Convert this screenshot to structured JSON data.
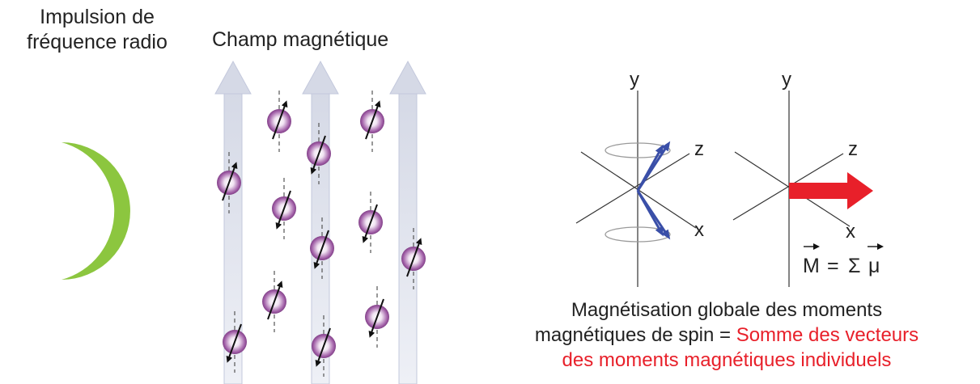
{
  "radio_pulse": {
    "line1": "Impulsion de",
    "line2": "fréquence radio"
  },
  "magnetic_field": {
    "title": "Champ magnétique"
  },
  "axes_left": {
    "y": "y",
    "z": "z",
    "x": "x"
  },
  "axes_right": {
    "y": "y",
    "z": "z",
    "x": "x"
  },
  "equation": {
    "lhs": "M",
    "equals": "=",
    "sigma": "Σ",
    "rhs": "μ"
  },
  "caption": {
    "line1": "Magnétisation globale des moments",
    "line2_black": "magnétiques de spin = ",
    "line2_red": "Somme des vecteurs",
    "line3_red": "des moments magnétiques individuels"
  },
  "colors": {
    "wave": "#8cc63f",
    "field_arrow": "#dfe2ec",
    "proton": "#8a3f8f",
    "precession_vector": "#3a4fa8",
    "net_vector": "#e8202a",
    "caption_highlight": "#e8202a"
  }
}
